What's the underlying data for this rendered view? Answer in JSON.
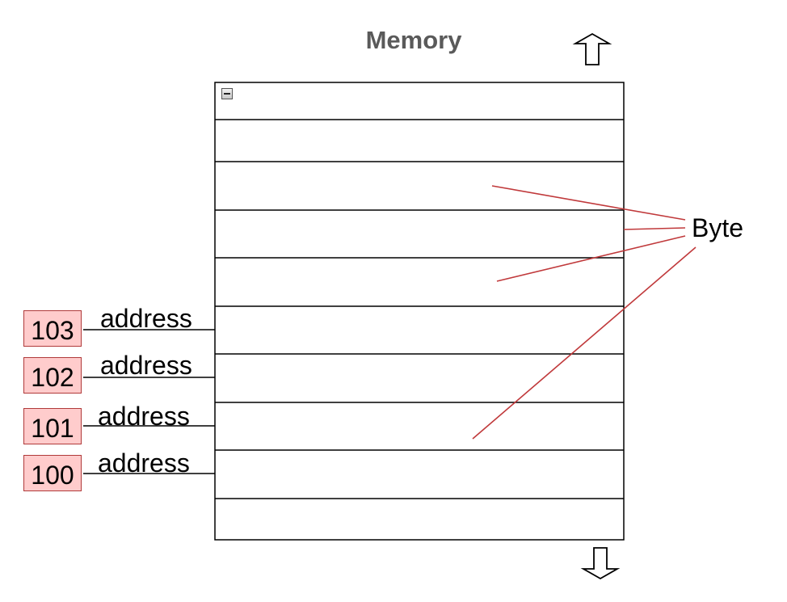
{
  "title": "Memory",
  "byte_label": "Byte",
  "addresses": [
    {
      "value": "103",
      "label": "address"
    },
    {
      "value": "102",
      "label": "address"
    },
    {
      "value": "101",
      "label": "address"
    },
    {
      "value": "100",
      "label": "address"
    }
  ],
  "icons": {
    "top_arrow": "arrow-up-icon",
    "bottom_arrow": "arrow-down-icon",
    "collapse": "collapse-icon"
  },
  "colors": {
    "pointer_lines": "#c0393b",
    "address_fill": "#ffcccc",
    "title_text": "#5a5a5a"
  }
}
